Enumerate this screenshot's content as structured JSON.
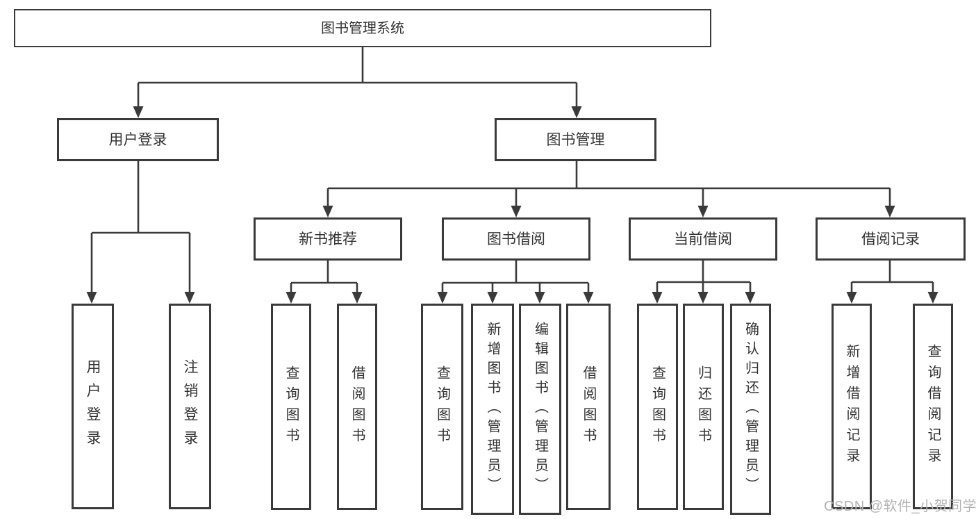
{
  "tree": {
    "label": "图书管理系统",
    "children": [
      {
        "label": "用户登录",
        "children": [
          {
            "label": "用户登录"
          },
          {
            "label": "注销登录"
          }
        ]
      },
      {
        "label": "图书管理",
        "children": [
          {
            "label": "新书推荐",
            "children": [
              {
                "label": "查询图书"
              },
              {
                "label": "借阅图书"
              }
            ]
          },
          {
            "label": "图书借阅",
            "children": [
              {
                "label": "查询图书"
              },
              {
                "label": "新增图书（管理员）"
              },
              {
                "label": "编辑图书（管理员）"
              },
              {
                "label": "借阅图书"
              }
            ]
          },
          {
            "label": "当前借阅",
            "children": [
              {
                "label": "查询图书"
              },
              {
                "label": "归还图书"
              },
              {
                "label": "确认归还（管理员）"
              }
            ]
          },
          {
            "label": "借阅记录",
            "children": [
              {
                "label": "新增借阅记录"
              },
              {
                "label": "查询借阅记录"
              }
            ]
          }
        ]
      }
    ]
  },
  "watermark": "CSDN @软件_小贺同学",
  "colors": {
    "line": "#3a3a3a",
    "box_border": "#3a3a3a",
    "text": "#333333",
    "watermark": "#b3b3b3",
    "background": "#ffffff"
  }
}
